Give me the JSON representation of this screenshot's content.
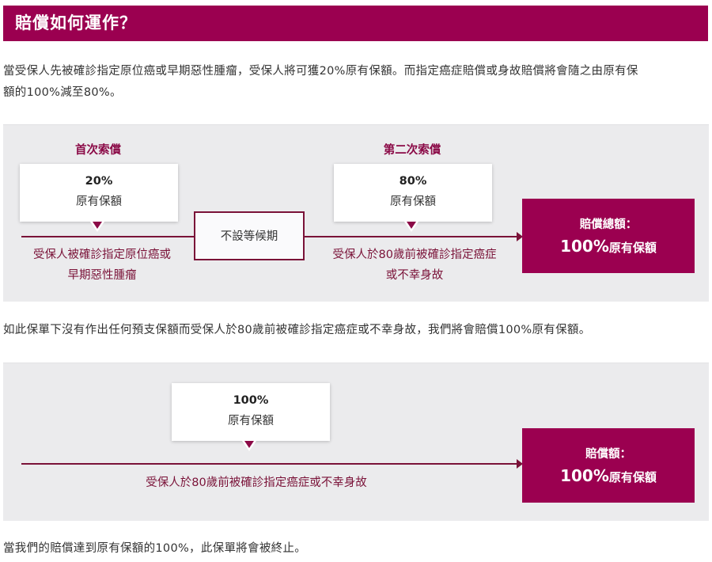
{
  "header": {
    "title": "賠償如何運作？"
  },
  "intro": {
    "line1": "當受保人先被確診指定原位癌或早期惡性腫瘤，受保人將可獲20%原有保額。而指定癌症賠償或身故賠償將會隨之由原有保",
    "line2": "額的100%減至80%。"
  },
  "diagram1": {
    "first_claim": {
      "title": "首次索償",
      "percent": "20%",
      "label": "原有保額",
      "event_line1": "受保人被確診指定原位癌或",
      "event_line2": "早期惡性腫瘤"
    },
    "waiting": {
      "label": "不設等候期"
    },
    "second_claim": {
      "title": "第二次索償",
      "percent": "80%",
      "label": "原有保額",
      "event_line1": "受保人於80歲前被確診指定癌症",
      "event_line2": "或不幸身故"
    },
    "total": {
      "label": "賠償總額：",
      "value": "100%",
      "unit": "原有保額"
    }
  },
  "middle_text": "如此保單下沒有作出任何預支保額而受保人於80歲前被確診指定癌症或不幸身故，我們將會賠償100%原有保額。",
  "diagram2": {
    "claim": {
      "percent": "100%",
      "label": "原有保額",
      "event": "受保人於80歲前被確診指定癌症或不幸身故"
    },
    "total": {
      "label": "賠償額：",
      "value": "100%",
      "unit": "原有保額"
    }
  },
  "footer_text": "當我們的賠償達到原有保額的100%，此保單將會被終止。",
  "colors": {
    "brand": "#9b0050",
    "line": "#7a1238",
    "panel_bg": "#ebebed"
  }
}
